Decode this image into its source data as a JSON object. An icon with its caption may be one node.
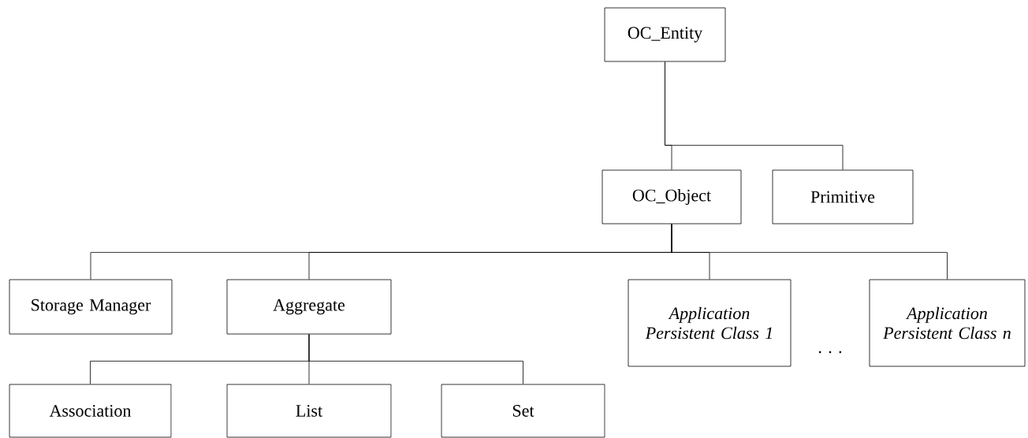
{
  "diagram": {
    "nodes": [
      {
        "text": [
          "OC_Entity"
        ]
      },
      {
        "text": [
          "OC_Object"
        ]
      },
      {
        "text": [
          "Primitive"
        ]
      },
      {
        "text": [
          "Storage Manager"
        ]
      },
      {
        "text": [
          "Aggregate"
        ]
      },
      {
        "text": [
          "Application Persistent Class 1"
        ]
      },
      {
        "text": [
          "Application Persistent Class n"
        ]
      },
      {
        "text": [
          "Association"
        ]
      },
      {
        "text": [
          "List"
        ]
      },
      {
        "text": [
          "Set"
        ]
      }
    ],
    "edges": [
      {
        "from": 0,
        "to": 1,
        "arrow": "none"
      },
      {
        "from": 0,
        "to": 2,
        "arrow": "none"
      },
      {
        "from": 1,
        "to": 3,
        "arrow": "none"
      },
      {
        "from": 1,
        "to": 4,
        "arrow": "none"
      },
      {
        "from": 1,
        "to": 5,
        "arrow": "none"
      },
      {
        "from": 1,
        "to": 6,
        "arrow": "none"
      },
      {
        "from": 4,
        "to": 7,
        "arrow": "none"
      },
      {
        "from": 4,
        "to": 8,
        "arrow": "none"
      },
      {
        "from": 4,
        "to": 9,
        "arrow": "none"
      }
    ],
    "labels": [
      "· · ·"
    ]
  }
}
